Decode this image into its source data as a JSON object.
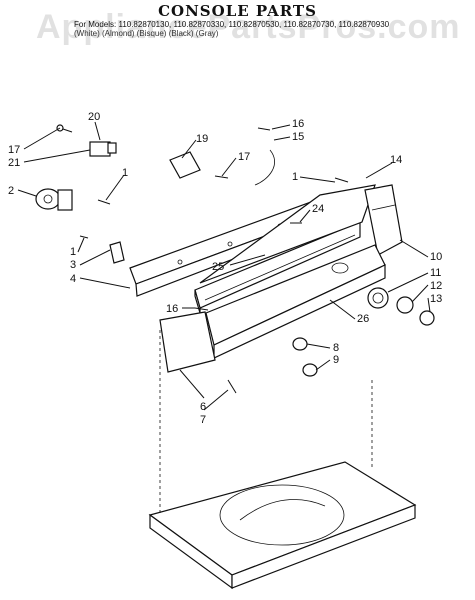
{
  "title": "CONSOLE PARTS",
  "models_line1": "For Models: 110.82870130, 110.82870330, 110.82870530, 110.82870730, 110.82870930",
  "models_line2": "(White)   (Almond)   (Bisque)   (Black)   (Gray)",
  "watermark": "AppliancePartsPros.com",
  "callouts": {
    "c1a": "1",
    "c1b": "1",
    "c1c": "1",
    "c2": "2",
    "c3": "3",
    "c4": "4",
    "c6": "6",
    "c7": "7",
    "c8": "8",
    "c9": "9",
    "c10": "10",
    "c11": "11",
    "c12": "12",
    "c13": "13",
    "c14": "14",
    "c15": "15",
    "c16a": "16",
    "c16b": "16",
    "c17a": "17",
    "c17b": "17",
    "c19": "19",
    "c20": "20",
    "c21": "21",
    "c24": "24",
    "c25": "25",
    "c26": "26"
  }
}
